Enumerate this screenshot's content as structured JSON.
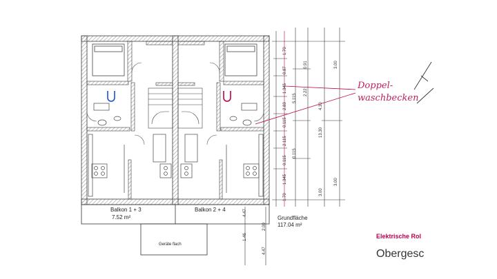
{
  "labels": {
    "balkon_left": "Balkon 1 + 3",
    "balkon_left_area": "7.52 m²",
    "balkon_right": "Balkon 2 + 4",
    "grundflaeche": "Grundfläche",
    "grundflaeche_area": "117.04 m²",
    "geraete": "Geräte flach",
    "handwriting": "Doppel-\nwaschbecken",
    "brand_text": "Elektrische Rol",
    "floor_text": "Obergesc"
  },
  "dimensions": {
    "col1": [
      "1.70",
      "0.87",
      "1.345",
      "2.83",
      "0.115",
      "2.115",
      "0.115",
      "1.345",
      "1.70"
    ],
    "col2": [
      "0.91",
      "2.22",
      "4.30",
      "13.30",
      "5.115",
      "0.115",
      "3.00"
    ],
    "col3": [
      "3.00",
      "3.00"
    ],
    "left": [
      "4.47",
      "1.46",
      "2.00",
      "4.47"
    ]
  },
  "colors": {
    "wall": "#3a3a3a",
    "accent": "#c0004a",
    "blue": "#1a4fd6",
    "hatch": "#9a9a9a"
  }
}
